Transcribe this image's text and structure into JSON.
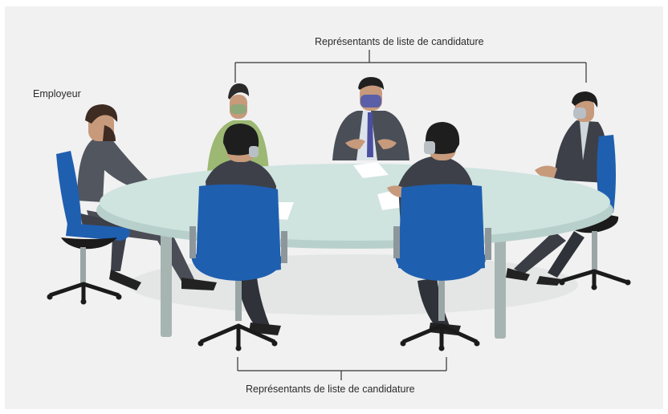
{
  "labels": {
    "top_group": "Représentants de liste de candidature",
    "bottom_group": "Représentants de liste de candidature",
    "employer": "Employeur"
  },
  "colors": {
    "background": "#f1f1f1",
    "table_top": "#cfe3df",
    "table_edge": "#b8d0cb",
    "chair_blue": "#1f5fb0",
    "suit_dark": "#3d4048",
    "suit_grey": "#565a63",
    "mask_blue": "#5b5fa8",
    "mask_grey": "#b8c0c6",
    "mask_green": "#8fa87a",
    "shirt_green": "#9cb873"
  }
}
